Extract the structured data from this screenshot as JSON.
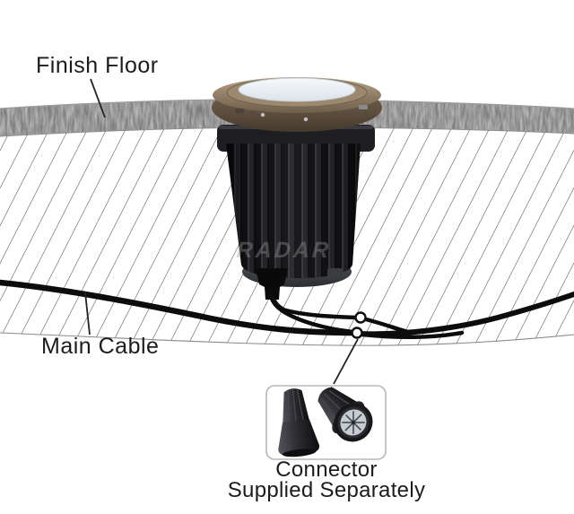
{
  "diagram": {
    "finish_floor_label": "Finish Floor",
    "main_cable_label": "Main Cable",
    "connector_note": {
      "line1": "Connector",
      "line2": "Supplied Separately"
    },
    "watermark": "RADAR",
    "colors": {
      "floor_band": "#cbcbcb",
      "hatch_lines": "#474747",
      "trim_ring_bronze": "#8d7a63",
      "lens": "#eef2f5",
      "housing_black": "#1a1a1d",
      "cable": "#0c0c0c",
      "connector_body": "#2b2b2f",
      "connector_spring_face": "#c7ccd1"
    }
  }
}
